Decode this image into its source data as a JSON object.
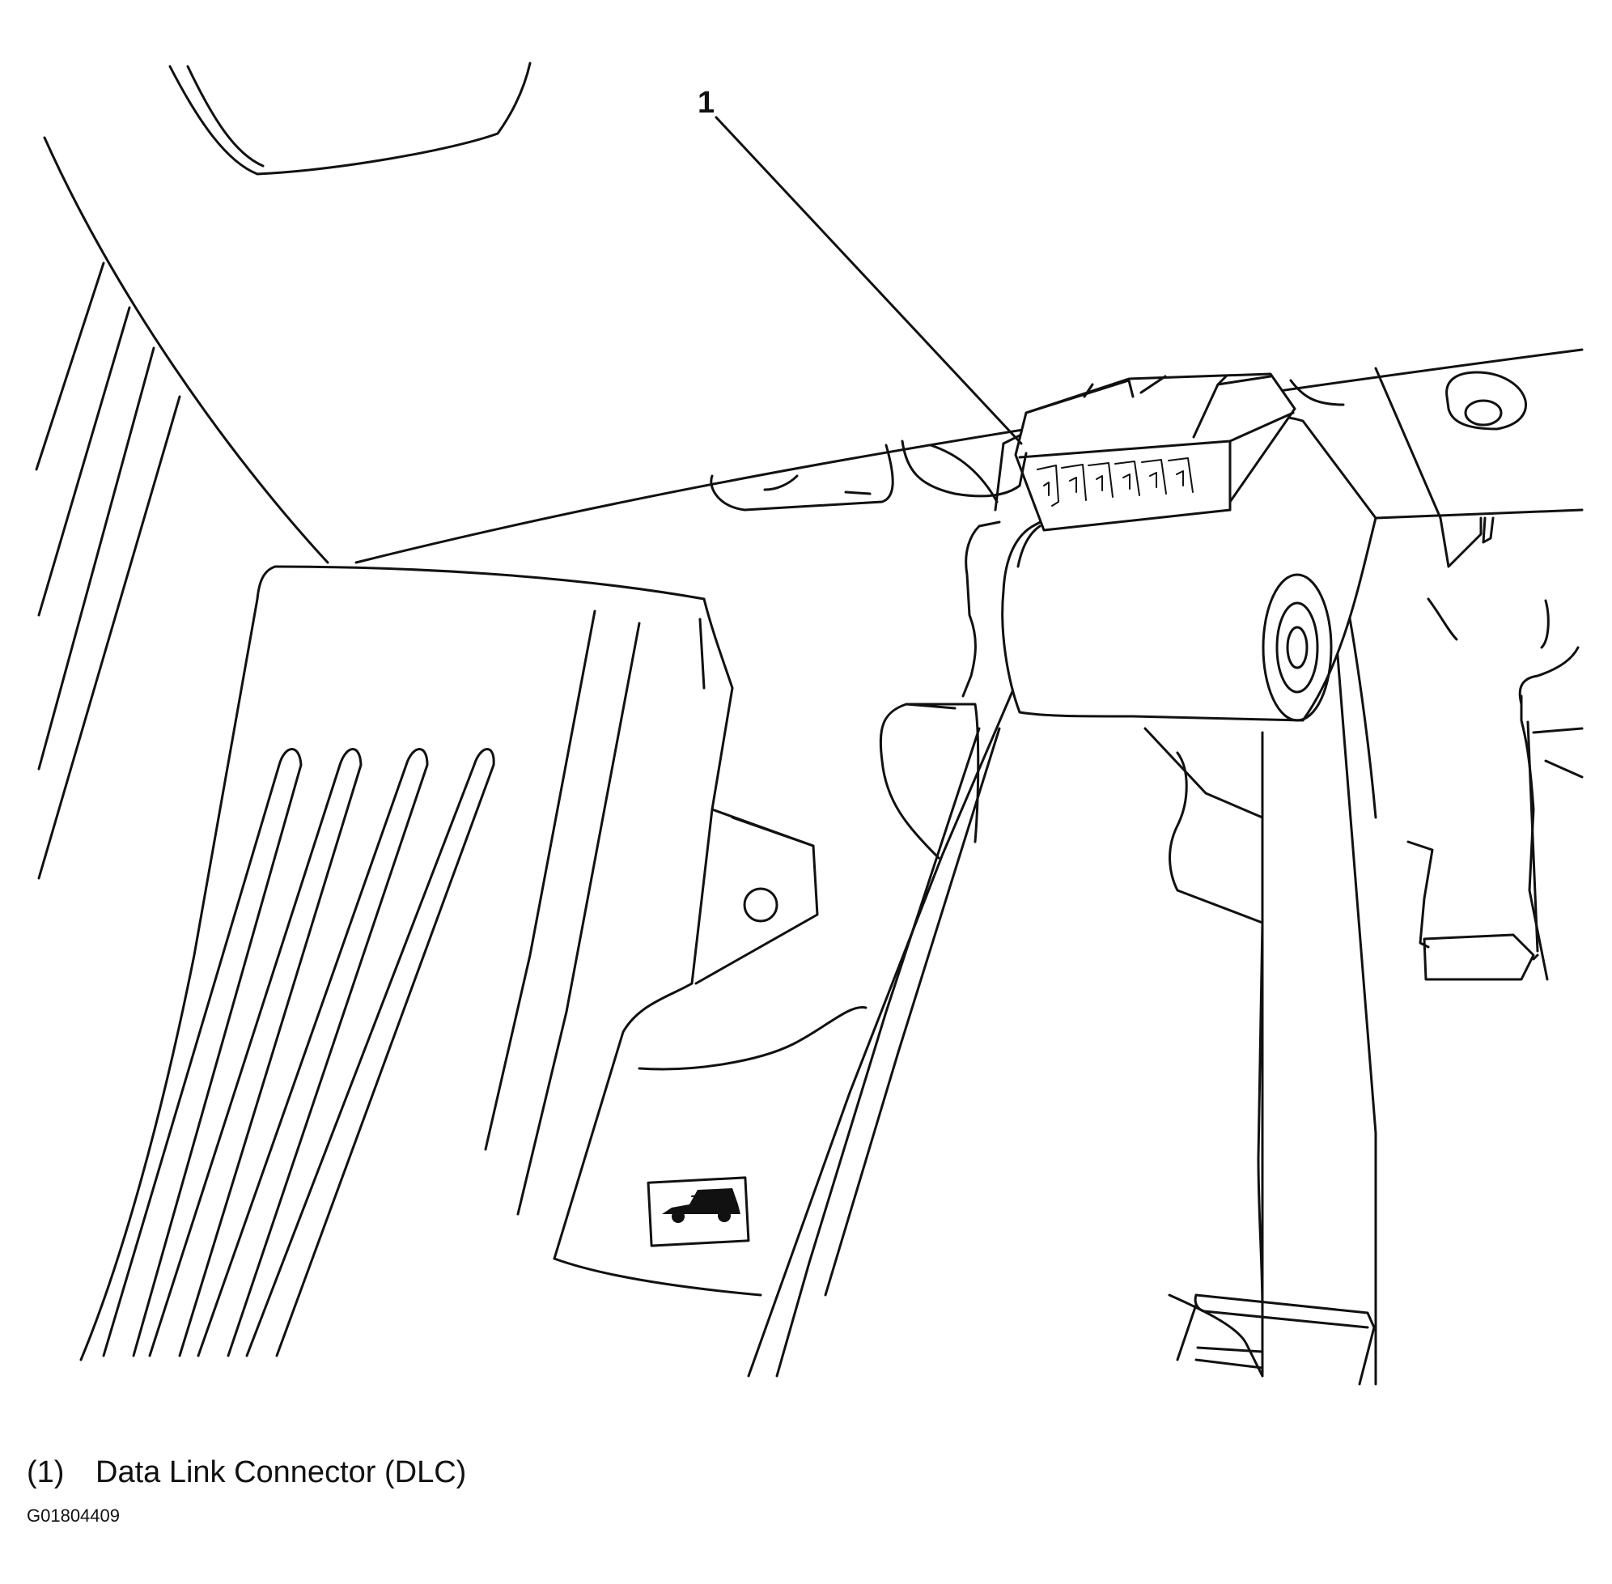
{
  "callouts": [
    {
      "number": "1",
      "description": "Data Link Connector (DLC)"
    }
  ],
  "legend": {
    "number": "(1)",
    "description": "Data Link Connector (DLC)"
  },
  "figure_id": "G01804409",
  "icons": {
    "hood_release": "car-hood-release-icon"
  },
  "colors": {
    "line": "#111111",
    "background": "#ffffff"
  }
}
